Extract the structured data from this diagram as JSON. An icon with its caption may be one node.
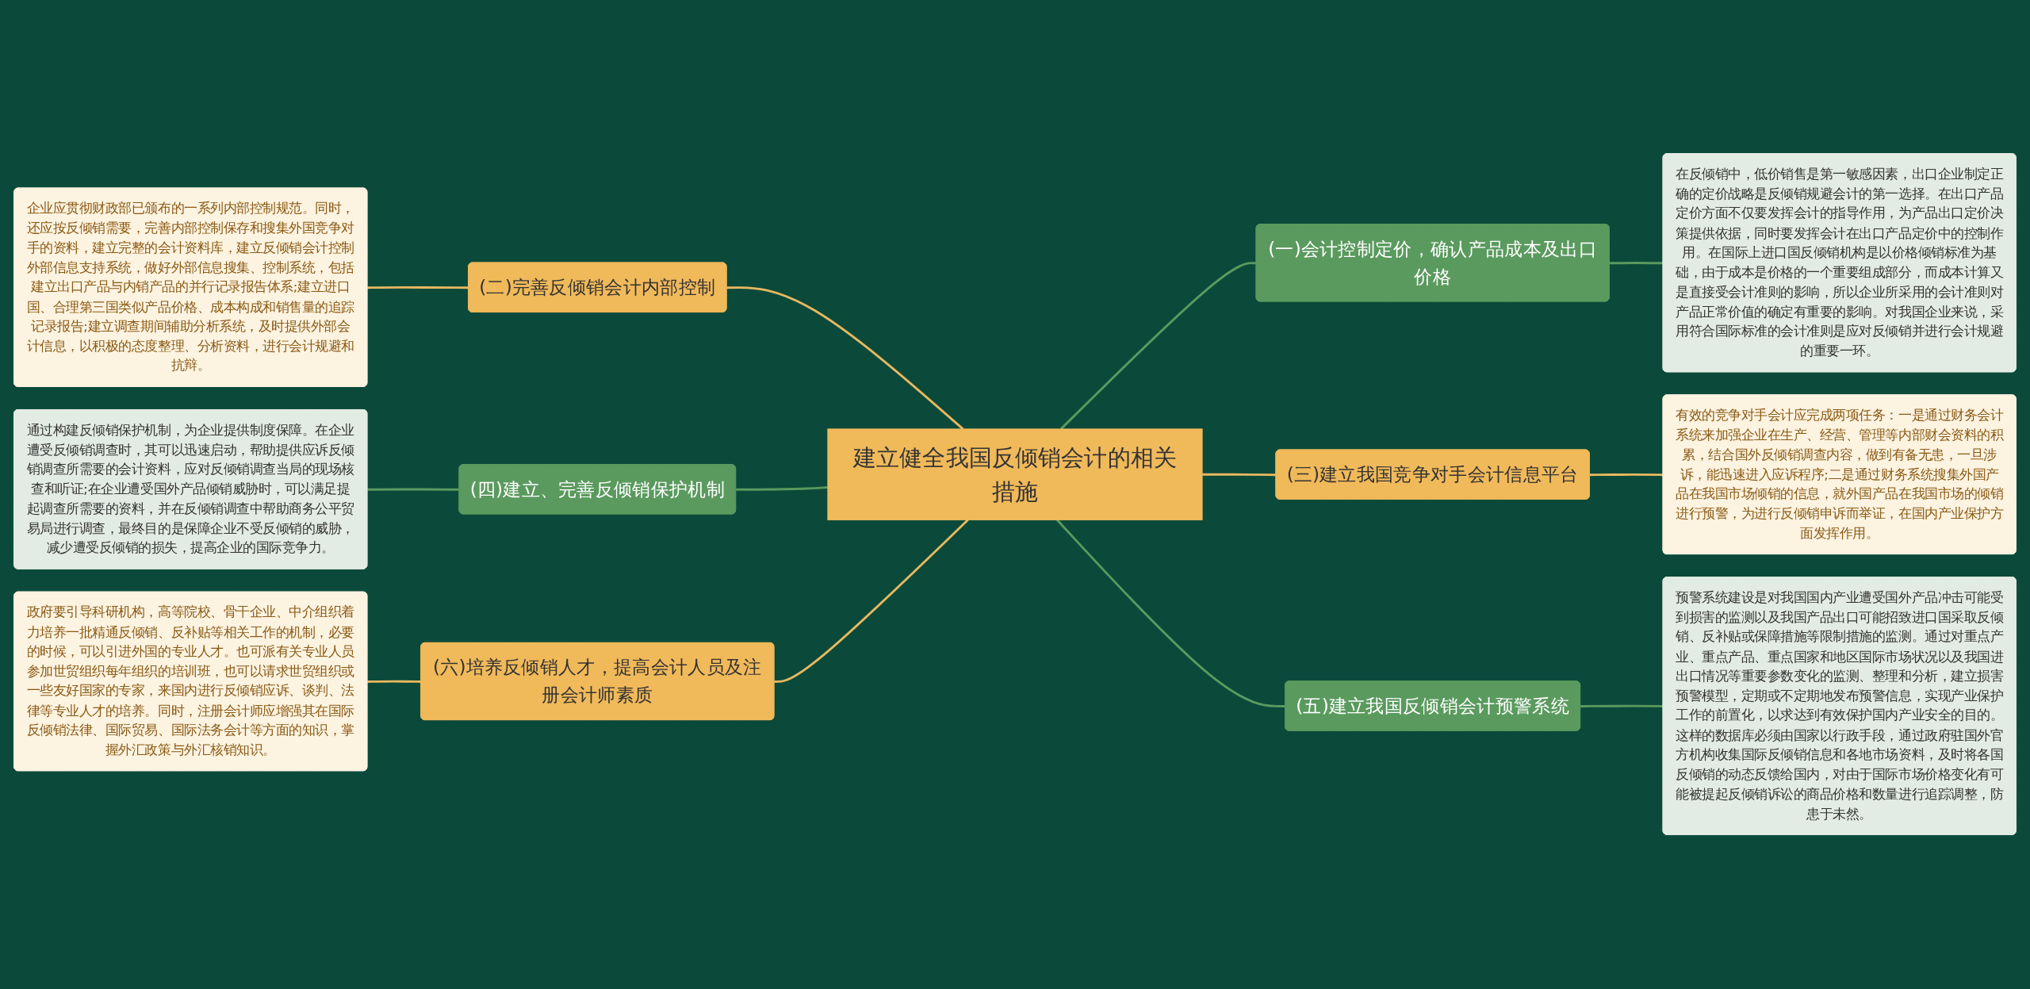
{
  "diagram": {
    "nodes": [
      {
        "text": [
          "建立健全我国反倾销会计的相关措施"
        ]
      },
      {
        "text": [
          "(一)会计控制定价，确认产品成本及出口价格"
        ]
      },
      {
        "text": [
          "在反倾销中，低价销售是第一敏感因素，出口企业制定正确的定价战略是反倾销规避会计的第一选择。在出口产品定价方面不仅要发挥会计的指导作用，为产品出口定价决策提供依据，同时要发挥会计在出口产品定价中的控制作用。在国际上进口国反倾销机构是以价格倾销标准为基础，由于成本是价格的一个重要组成部分，而成本计算又是直接受会计准则的影响，所以企业所采用的会计准则对产品正常价值的确定有重要的影响。对我国企业来说，采用符合国际标准的会计准则是应对反倾销并进行会计规避的重要一环。"
        ]
      },
      {
        "text": [
          "(二)完善反倾销会计内部控制"
        ]
      },
      {
        "text": [
          "企业应贯彻财政部已颁布的一系列内部控制规范。同时，还应按反倾销需要，完善内部控制保存和搜集外国竞争对手的资料，建立完整的会计资料库，建立反倾销会计控制外部信息支持系统，做好外部信息搜集、控制系统，包括建立出口产品与内销产品的并行记录报告体系;建立进口国、合理第三国类似产品价格、成本构成和销售量的追踪记录报告;建立调查期间辅助分析系统，及时提供外部会计信息，以积极的态度整理、分析资料，进行会计规避和抗辩。"
        ]
      },
      {
        "text": [
          "(三)建立我国竞争对手会计信息平台"
        ]
      },
      {
        "text": [
          "有效的竞争对手会计应完成两项任务：一是通过财务会计系统来加强企业在生产、经营、管理等内部财会资料的积累，结合国外反倾销调查内容，做到有备无患，一旦涉诉，能迅速进入应诉程序;二是通过财务系统搜集外国产品在我国市场倾销的信息，就外国产品在我国市场的倾销进行预警，为进行反倾销申诉而举证，在国内产业保护方面发挥作用。"
        ]
      },
      {
        "text": [
          "(四)建立、完善反倾销保护机制"
        ]
      },
      {
        "text": [
          "通过构建反倾销保护机制，为企业提供制度保障。在企业遭受反倾销调查时，其可以迅速启动，帮助提供应诉反倾销调查所需要的会计资料，应对反倾销调查当局的现场核查和听证;在企业遭受国外产品倾销威胁时，可以满足提起调查所需要的资料，并在反倾销调查中帮助商务公平贸易局进行调查，最终目的是保障企业不受反倾销的威胁，减少遭受反倾销的损失，提高企业的国际竞争力。"
        ]
      },
      {
        "text": [
          "(五)建立我国反倾销会计预警系统"
        ]
      },
      {
        "text": [
          "预警系统建设是对我国国内产业遭受国外产品冲击可能受到损害的监测以及我国产品出口可能招致进口国采取反倾销、反补贴或保障措施等限制措施的监测。通过对重点产业、重点产品、重点国家和地区国际市场状况以及我国进出口情况等重要参数变化的监测、整理和分析，建立损害预警模型，定期或不定期地发布预警信息，实现产业保护工作的前置化，以求达到有效保护国内产业安全的目的。这样的数据库必须由国家以行政手段，通过政府驻国外官方机构收集国际反倾销信息和各地市场资料，及时将各国反倾销的动态反馈给国内，对由于国际市场价格变化有可能被提起反倾销诉讼的商品价格和数量进行追踪调整，防患于未然。"
        ]
      },
      {
        "text": [
          "(六)培养反倾销人才，提高会计人员及注册会计师素质"
        ]
      },
      {
        "text": [
          "政府要引导科研机构，高等院校、骨干企业、中介组织着力培养一批精通反倾销、反补贴等相关工作的机制，必要的时候，可以引进外国的专业人才。也可派有关专业人员参加世贸组织每年组织的培训班，也可以请求世贸组织或一些友好国家的专家，来国内进行反倾销应诉、谈判、法律等专业人才的培养。同时，注册会计师应增强其在国际反倾销法律、国际贸易、国际法务会计等方面的知识，掌握外汇政策与外汇核销知识。"
        ]
      }
    ],
    "edges": [
      {
        "from": 0,
        "to": 1,
        "arrow": "none"
      },
      {
        "from": 1,
        "to": 2,
        "arrow": "none"
      },
      {
        "from": 0,
        "to": 3,
        "arrow": "none",
        "color": "#e8b860"
      },
      {
        "from": 3,
        "to": 4,
        "arrow": "none",
        "color": "#e8b860"
      },
      {
        "from": 0,
        "to": 5,
        "arrow": "none",
        "color": "#e8b860"
      },
      {
        "from": 5,
        "to": 6,
        "arrow": "none",
        "color": "#e8b860"
      },
      {
        "from": 0,
        "to": 7,
        "arrow": "none"
      },
      {
        "from": 7,
        "to": 8,
        "arrow": "none"
      },
      {
        "from": 0,
        "to": 9,
        "arrow": "none"
      },
      {
        "from": 9,
        "to": 10,
        "arrow": "none"
      },
      {
        "from": 0,
        "to": 11,
        "arrow": "none",
        "color": "#e8b860"
      },
      {
        "from": 11,
        "to": 12,
        "arrow": "none",
        "color": "#e8b860"
      }
    ]
  }
}
